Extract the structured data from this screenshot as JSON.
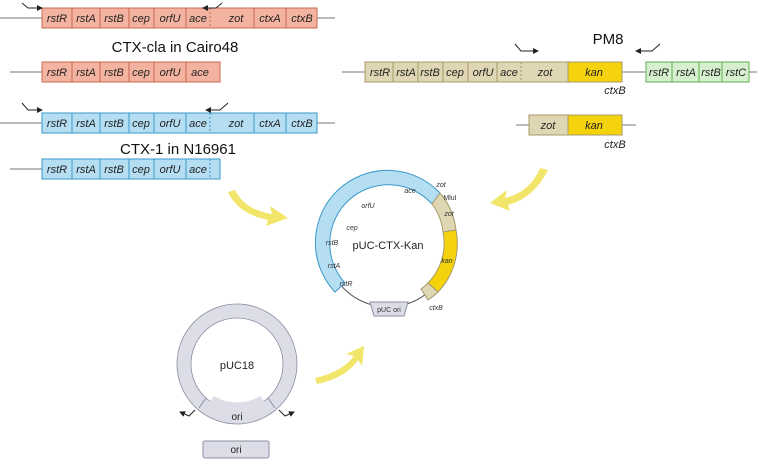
{
  "colors": {
    "red_fill": "#f4b3a0",
    "red_stroke": "#c8694f",
    "blue_fill": "#b5def3",
    "blue_stroke": "#3a98c9",
    "khaki_fill": "#dfd7b3",
    "khaki_stroke": "#a89a6b",
    "yellow_fill": "#f4d20c",
    "green_fill": "#d6f0cf",
    "green_stroke": "#5fae4e",
    "arrow_yellow": "#f2e66a",
    "grey_fill": "#dcdde6",
    "grey_stroke": "#8b8ea3"
  },
  "labels": {
    "cla_title": "CTX-cla in Cairo48",
    "ctx1_title": "CTX-1 in N16961",
    "pm8_title": "PM8",
    "plasmid_name": "pUC-CTX-Kan",
    "puc18_name": "pUC18",
    "ctxB_label_1": "ctxB",
    "ctxB_label_2": "ctxB",
    "ori_label": "ori",
    "ori_box_label": "ori",
    "puc_ori_label": "pUC ori",
    "mlul_label": "MluI",
    "zot_outer": "zot",
    "ctxB_outer": "ctxB"
  },
  "genes": {
    "cla_full": [
      "rstR",
      "rstA",
      "rstB",
      "cep",
      "orfU",
      "ace",
      "zot",
      "ctxA",
      "ctxB"
    ],
    "cla_partial": [
      "rstR",
      "rstA",
      "rstB",
      "cep",
      "orfU",
      "ace"
    ],
    "ctx1_full": [
      "rstR",
      "rstA",
      "rstB",
      "cep",
      "orfU",
      "ace",
      "zot",
      "ctxA",
      "ctxB"
    ],
    "ctx1_partial": [
      "rstR",
      "rstA",
      "rstB",
      "cep",
      "orfU",
      "ace"
    ],
    "pm8_main": [
      "rstR",
      "rstA",
      "rstB",
      "cep",
      "orfU",
      "ace",
      "zot",
      "kan"
    ],
    "pm8_green": [
      "rstR",
      "rstA",
      "rstB",
      "rstC"
    ],
    "pm8_fragment": [
      "zot",
      "kan"
    ],
    "plasmid_arc_labels": [
      "orfU",
      "ace",
      "cep",
      "rstB",
      "rstA",
      "rstR",
      "zot",
      "kan"
    ]
  }
}
